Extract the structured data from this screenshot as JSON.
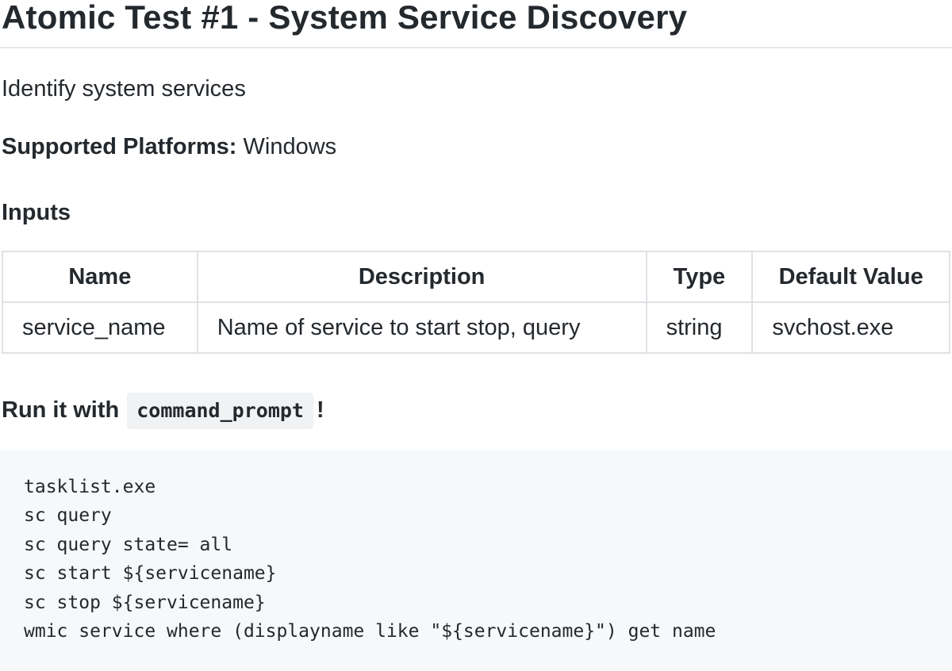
{
  "title": "Atomic Test #1 - System Service Discovery",
  "description": "Identify system services",
  "platforms": {
    "label": "Supported Platforms:",
    "value": "Windows"
  },
  "inputs": {
    "heading": "Inputs",
    "columns": [
      "Name",
      "Description",
      "Type",
      "Default Value"
    ],
    "rows": [
      {
        "name": "service_name",
        "description": "Name of service to start stop, query",
        "type": "string",
        "default_value": "svchost.exe"
      }
    ]
  },
  "run": {
    "prefix": "Run it with",
    "executor": "command_prompt",
    "suffix": "!"
  },
  "code": {
    "lines": [
      "tasklist.exe",
      "sc query",
      "sc query state= all",
      "sc start ${servicename}",
      "sc stop ${servicename}",
      "wmic service where (displayname like \"${servicename}\") get name"
    ]
  }
}
